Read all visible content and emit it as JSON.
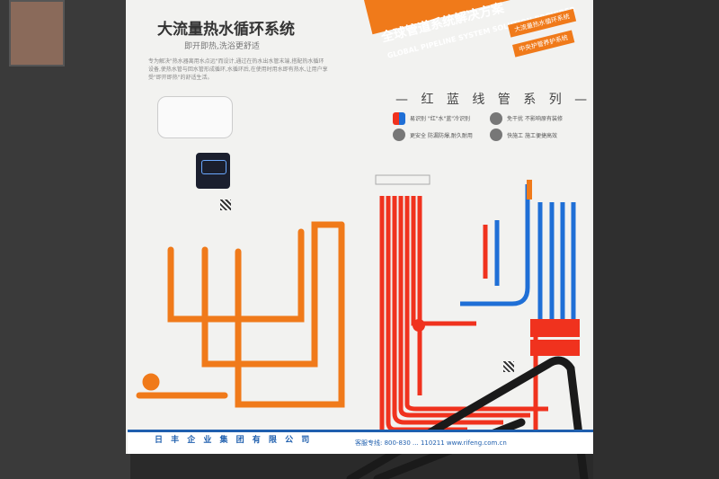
{
  "board": {
    "title": "大流量热水循环系统",
    "subtitle": "即开即热,洗浴更舒适",
    "intro": "专为解决\"热水器离用水点远\"而设计,通过在热水出水管末端,搭配热水循环设备,使热水管与回水管形成循环,水循环后,在使用时用水即有热水,让用户享受\"即开即热\"的舒适生活。"
  },
  "banner": {
    "cn": "全球管道系统解决方案",
    "en": "GLOBAL PIPELINE SYSTEM SOLUTION PROVIDER",
    "tags": [
      "大流量热水循环系统",
      "中央护管养护系统"
    ]
  },
  "series": {
    "title": "— 红 蓝 线 管 系 列 —",
    "features": [
      {
        "icon": "stripe-icon",
        "label": "易识别",
        "desc": "\"红\"水\"蓝\"冷识别"
      },
      {
        "icon": "shield-icon",
        "label": "更安全",
        "desc": "防漏防爆,耐久耐用"
      },
      {
        "icon": "dry-icon",
        "label": "免干扰",
        "desc": "不影响原有装修"
      },
      {
        "icon": "fast-icon",
        "label": "快施工",
        "desc": "施工便捷高效"
      }
    ]
  },
  "footer": {
    "company": "日 丰 企 业 集 团 有 限 公 司",
    "hotline": "客服专线: 800-830 ... 110211 www.rifeng.com.cn"
  },
  "colors": {
    "orange_pipe": "#f07a1a",
    "red_pipe": "#f0321e",
    "blue_pipe": "#1f6fd6",
    "brand_blue": "#1f5fae"
  }
}
